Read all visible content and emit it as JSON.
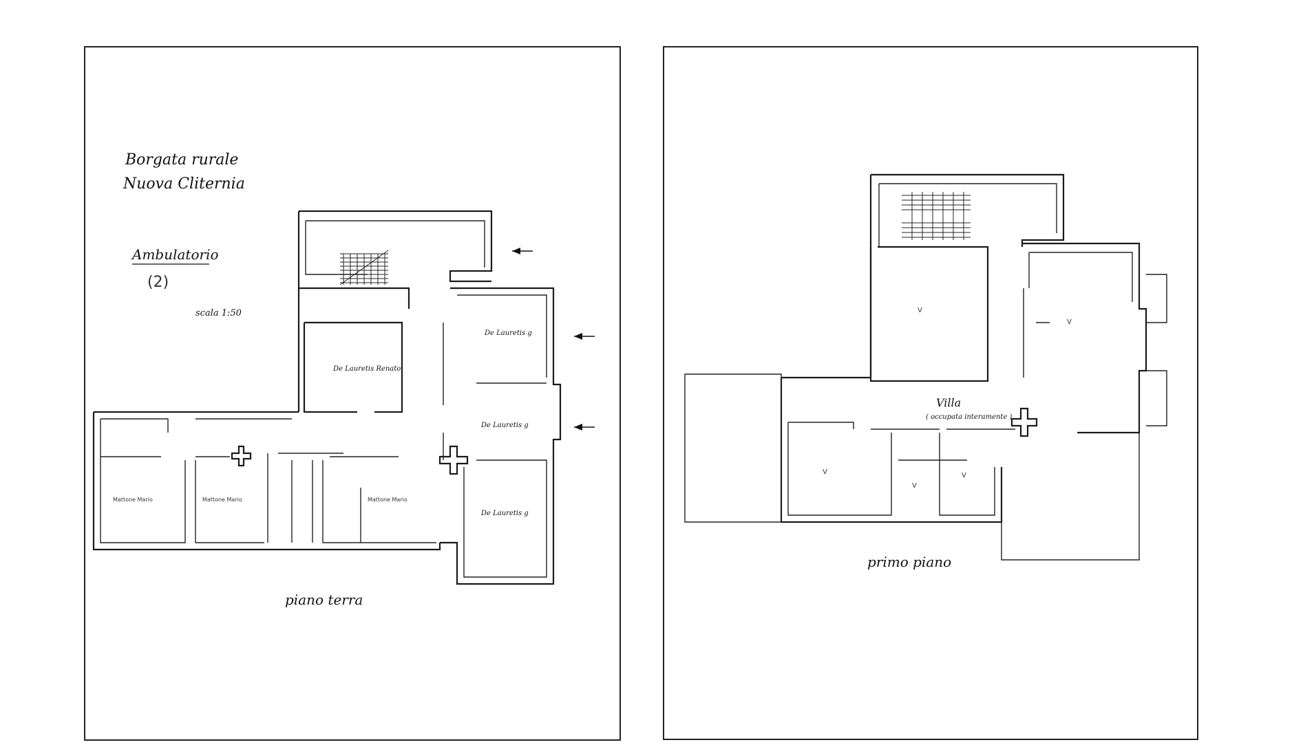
{
  "left_sheet": {
    "title_line1": "Borgata rurale",
    "title_line2": "Nuova Cliternia",
    "building_label": "Ambulatorio",
    "building_number": "(2)",
    "scale": "scala 1:50",
    "floor_label": "piano terra",
    "rooms": {
      "room_top_right": "De Lauretis g",
      "room_center": "De Lauretis Renato",
      "room_mid_right": "De Lauretis g",
      "room_bottom_right": "De Lauretis g",
      "room_left_1": "Mattone Mario",
      "room_left_2": "Mattone Mario",
      "room_left_3": "Mattone Mario"
    }
  },
  "right_sheet": {
    "floor_label": "primo piano",
    "rooms": {
      "room_v_upper_left": "V",
      "room_v_upper_right": "V",
      "room_v_lower_1": "V",
      "room_v_lower_2": "V",
      "room_v_lower_3": "V"
    },
    "villa_label": "Villa",
    "villa_note": "( occupata interamente )"
  }
}
